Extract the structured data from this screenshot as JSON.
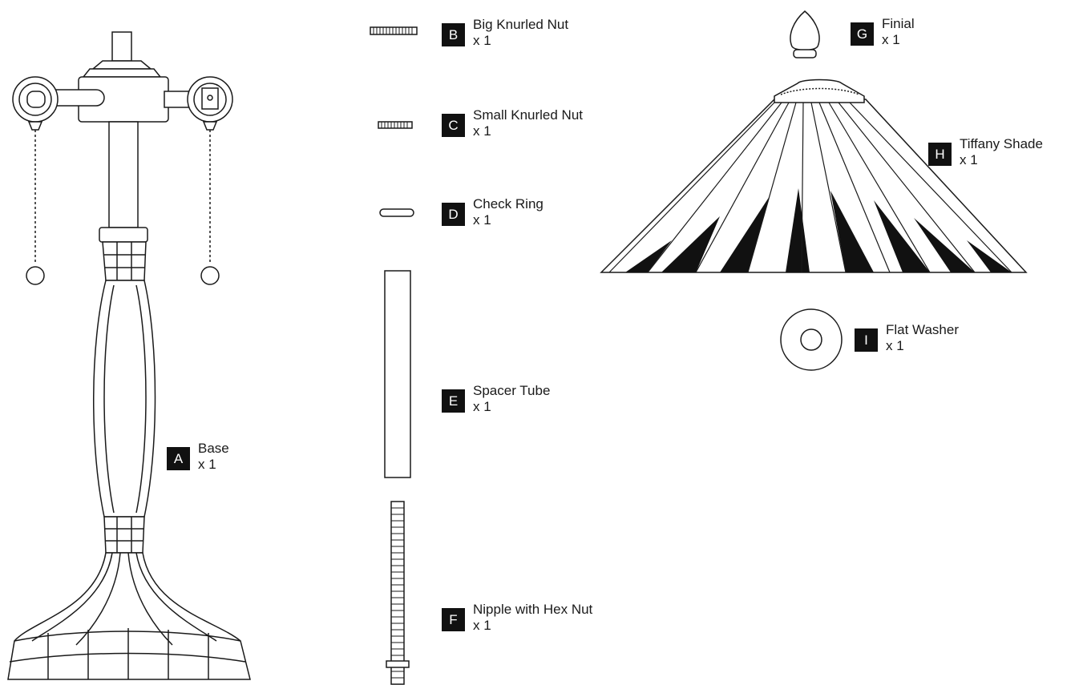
{
  "parts": [
    {
      "letter": "A",
      "name": "Base",
      "qty": "x 1"
    },
    {
      "letter": "B",
      "name": "Big Knurled Nut",
      "qty": "x 1"
    },
    {
      "letter": "C",
      "name": "Small Knurled Nut",
      "qty": "x 1"
    },
    {
      "letter": "D",
      "name": "Check Ring",
      "qty": "x 1"
    },
    {
      "letter": "E",
      "name": "Spacer Tube",
      "qty": "x 1"
    },
    {
      "letter": "F",
      "name": "Nipple with Hex Nut",
      "qty": "x 1"
    },
    {
      "letter": "G",
      "name": "Finial",
      "qty": "x 1"
    },
    {
      "letter": "H",
      "name": "Tiffany Shade",
      "qty": "x 1"
    },
    {
      "letter": "I",
      "name": "Flat Washer",
      "qty": "x 1"
    }
  ]
}
